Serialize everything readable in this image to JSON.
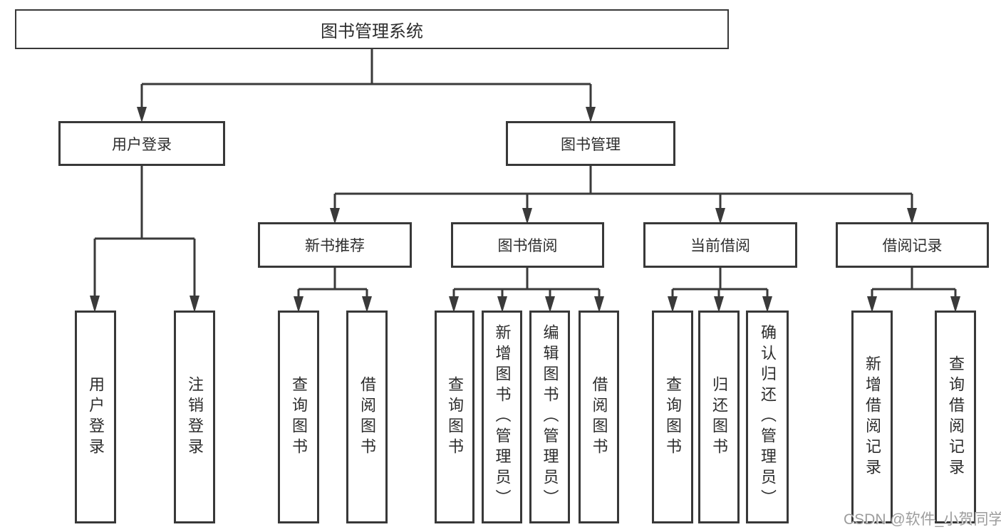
{
  "diagram": {
    "root": {
      "label": "图书管理系统"
    },
    "branches": [
      {
        "label": "用户登录",
        "children": [
          {
            "label": "用户登录"
          },
          {
            "label": "注销登录"
          }
        ]
      },
      {
        "label": "图书管理",
        "children": [
          {
            "label": "新书推荐",
            "children": [
              {
                "label": "查询图书"
              },
              {
                "label": "借阅图书"
              }
            ]
          },
          {
            "label": "图书借阅",
            "children": [
              {
                "label": "查询图书"
              },
              {
                "label": "新增图书（管理员）"
              },
              {
                "label": "编辑图书（管理员）"
              },
              {
                "label": "借阅图书"
              }
            ]
          },
          {
            "label": "当前借阅",
            "children": [
              {
                "label": "查询图书"
              },
              {
                "label": "归还图书"
              },
              {
                "label": "确认归还（管理员）"
              }
            ]
          },
          {
            "label": "借阅记录",
            "children": [
              {
                "label": "新增借阅记录"
              },
              {
                "label": "查询借阅记录"
              }
            ]
          }
        ]
      }
    ]
  },
  "watermark": {
    "text": "CSDN @软件_小贺同学"
  },
  "colors": {
    "line": "#3a3a3a",
    "text": "#2d2d2d",
    "watermark": "#9d9d9d",
    "background": "#ffffff"
  }
}
